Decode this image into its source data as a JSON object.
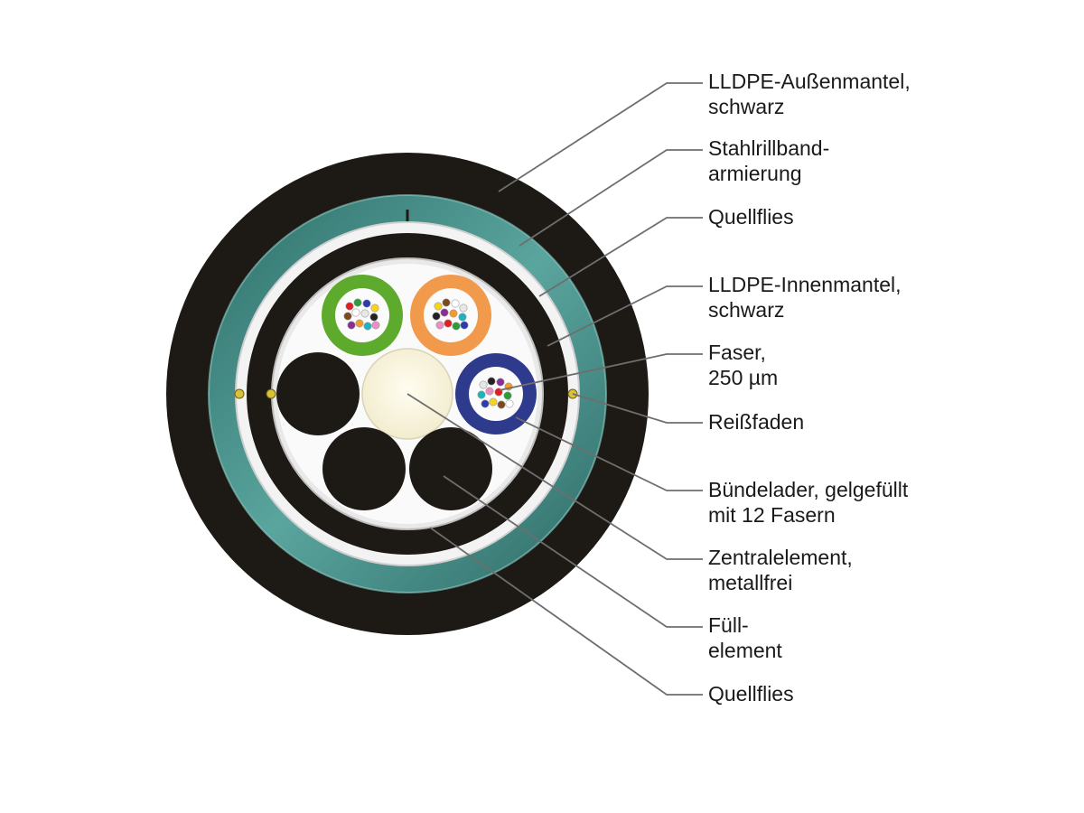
{
  "labels": [
    {
      "id": "outer-jacket",
      "lines": [
        "LLDPE-Außenmantel,",
        "schwarz"
      ]
    },
    {
      "id": "steel-armour",
      "lines": [
        "Stahlrillband-",
        "armierung"
      ]
    },
    {
      "id": "swell-fleece-outer",
      "lines": [
        "Quellflies"
      ]
    },
    {
      "id": "inner-jacket",
      "lines": [
        "LLDPE-Innenmantel,",
        "schwarz"
      ]
    },
    {
      "id": "fiber",
      "lines": [
        "Faser,",
        "250 µm"
      ]
    },
    {
      "id": "ripcord",
      "lines": [
        "Reißfaden"
      ]
    },
    {
      "id": "loose-tube",
      "lines": [
        "Bündelader, gelgefüllt",
        "mit 12 Fasern"
      ]
    },
    {
      "id": "central-member",
      "lines": [
        "Zentralelement,",
        "metallfrei"
      ]
    },
    {
      "id": "filler",
      "lines": [
        "Füll-",
        "element"
      ]
    },
    {
      "id": "swell-fleece-inner",
      "lines": [
        "Quellflies"
      ]
    }
  ],
  "colors": {
    "jacket": "#1d1915",
    "armour": "#3f8a84",
    "fleece": "#f3f3f3",
    "central_member": "#fbf7df",
    "tube_green": "#5daa2d",
    "tube_orange": "#f19a4c",
    "tube_blue": "#2e3a8c",
    "ripcord": "#d8c23a",
    "leader": "#6e6e6e"
  },
  "fiber_colors": [
    "#e02020",
    "#2a9d3a",
    "#2b3bb0",
    "#f6d31e",
    "#7a4a1e",
    "#ffffff",
    "#e7e7e7",
    "#222222",
    "#8a2d95",
    "#f39a2a",
    "#1bb3bf",
    "#ea8ec4"
  ]
}
